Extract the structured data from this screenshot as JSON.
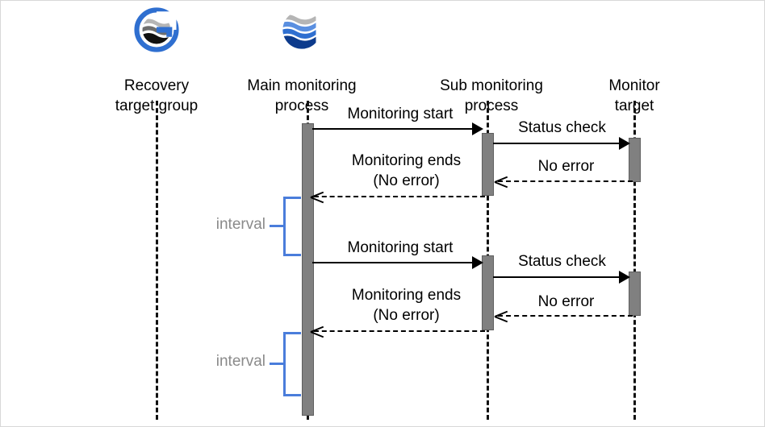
{
  "diagram": {
    "title": "Monitoring sequence diagram",
    "colors": {
      "activation_fill": "#808080",
      "lifeline": "#111111",
      "brace": "#4a7ddb",
      "interval_text": "#8a8a8a",
      "logo_blue": "#2f6fd0",
      "logo_dark_blue": "#0d3b8c",
      "logo_light_blue": "#5a8fe0",
      "logo_gray": "#b5b5b5",
      "canvas_border": "#d8d8d8"
    }
  },
  "participants": [
    {
      "name": "recovery-target-group",
      "label": "Recovery\ntarget group",
      "logo": "g-globe-logo"
    },
    {
      "name": "main-monitoring-process",
      "label": "Main monitoring\nprocess",
      "logo": "globe-logo"
    },
    {
      "name": "sub-monitoring-process",
      "label": "Sub monitoring\nprocess",
      "logo": null
    },
    {
      "name": "monitor-target",
      "label": "Monitor\ntarget",
      "logo": null
    }
  ],
  "messages": [
    {
      "id": "m1",
      "label": "Monitoring start",
      "kind": "solid",
      "direction": "right",
      "from": "main-monitoring-process",
      "to": "sub-monitoring-process"
    },
    {
      "id": "m2",
      "label": "Status check",
      "kind": "solid",
      "direction": "right",
      "from": "sub-monitoring-process",
      "to": "monitor-target"
    },
    {
      "id": "m3",
      "label": "No error",
      "kind": "dashed",
      "direction": "left",
      "from": "monitor-target",
      "to": "sub-monitoring-process"
    },
    {
      "id": "m4",
      "label": "Monitoring ends\n(No error)",
      "kind": "dashed",
      "direction": "left",
      "from": "sub-monitoring-process",
      "to": "main-monitoring-process"
    },
    {
      "id": "m5",
      "label": "Monitoring start",
      "kind": "solid",
      "direction": "right",
      "from": "main-monitoring-process",
      "to": "sub-monitoring-process"
    },
    {
      "id": "m6",
      "label": "Status check",
      "kind": "solid",
      "direction": "right",
      "from": "sub-monitoring-process",
      "to": "monitor-target"
    },
    {
      "id": "m7",
      "label": "No error",
      "kind": "dashed",
      "direction": "left",
      "from": "monitor-target",
      "to": "sub-monitoring-process"
    },
    {
      "id": "m8",
      "label": "Monitoring ends\n(No error)",
      "kind": "dashed",
      "direction": "left",
      "from": "sub-monitoring-process",
      "to": "main-monitoring-process"
    }
  ],
  "intervals": [
    {
      "id": "i1",
      "label": "interval"
    },
    {
      "id": "i2",
      "label": "interval"
    }
  ]
}
